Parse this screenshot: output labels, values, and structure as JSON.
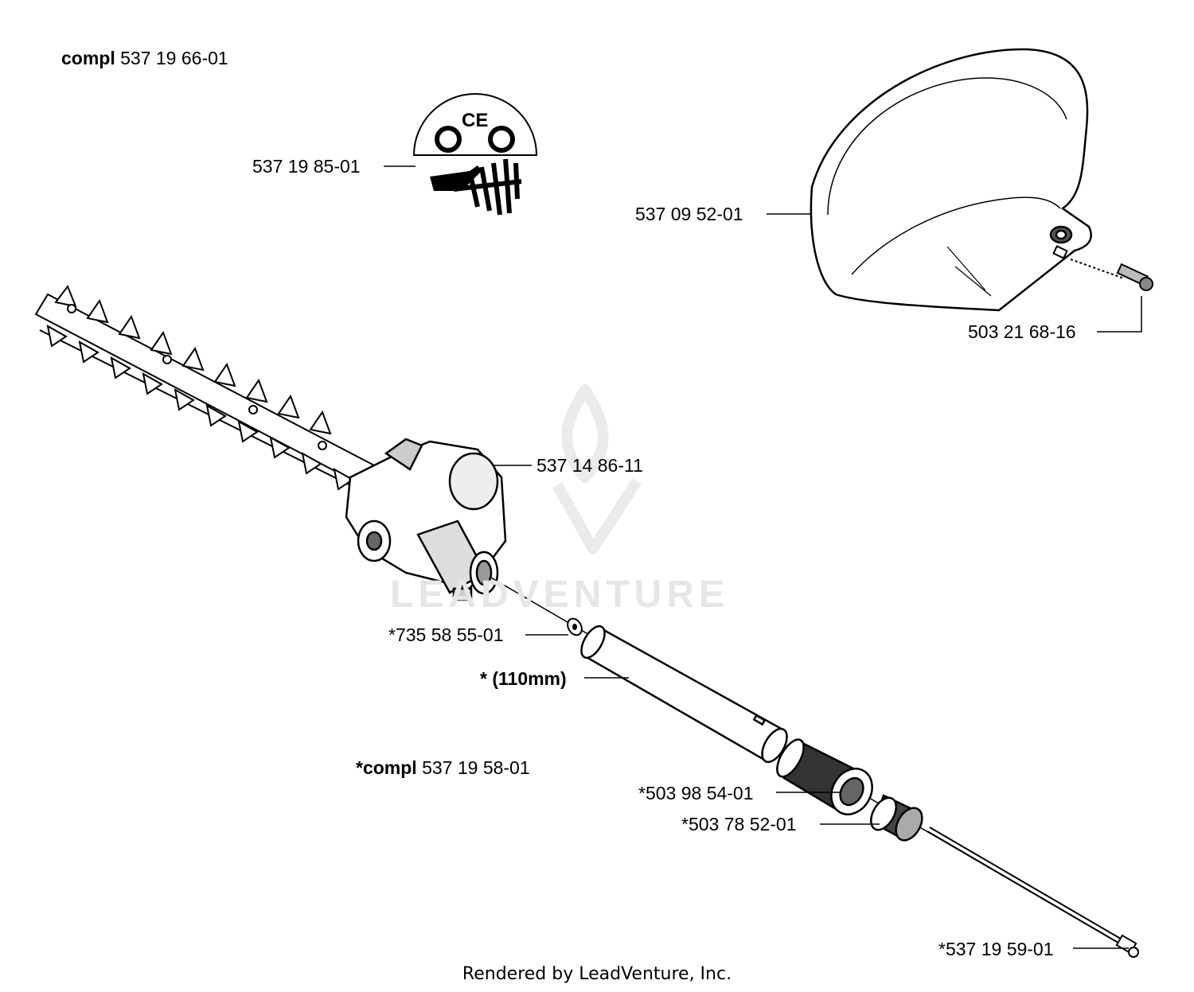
{
  "labels": {
    "compl_main_prefix": "compl",
    "compl_main_number": "537 19 66-01",
    "decal": "537 19 85-01",
    "guard": "537 09 52-01",
    "guard_screw": "503 21 68-16",
    "gearbox": "537 14 86-11",
    "washer": "*735 58 55-01",
    "tube_length": "* (110mm)",
    "compl_sub_prefix": "*compl",
    "compl_sub_number": "537 19 58-01",
    "bushing": "*503 98 54-01",
    "sleeve": "*503 78 52-01",
    "drive_shaft": "*537 19 59-01"
  },
  "decal": {
    "ce_mark": "CE"
  },
  "watermark": "LEADVENTURE",
  "footer": "Rendered by LeadVenture, Inc."
}
